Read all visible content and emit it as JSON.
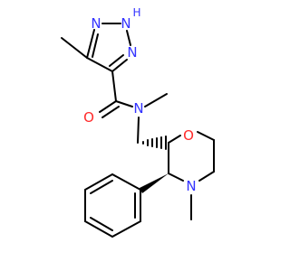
{
  "structure": {
    "atoms": {
      "n_ring_1": "N",
      "n_ring_2": "N",
      "nh_ring": "N",
      "nh_h": "H",
      "carbonyl_o": "O",
      "amide_n": "N",
      "morpholine_o": "O",
      "morpholine_n": "N"
    },
    "colors": {
      "bond": "#000000",
      "nitrogen": "#3333ff",
      "oxygen": "#ff2a2a"
    }
  }
}
